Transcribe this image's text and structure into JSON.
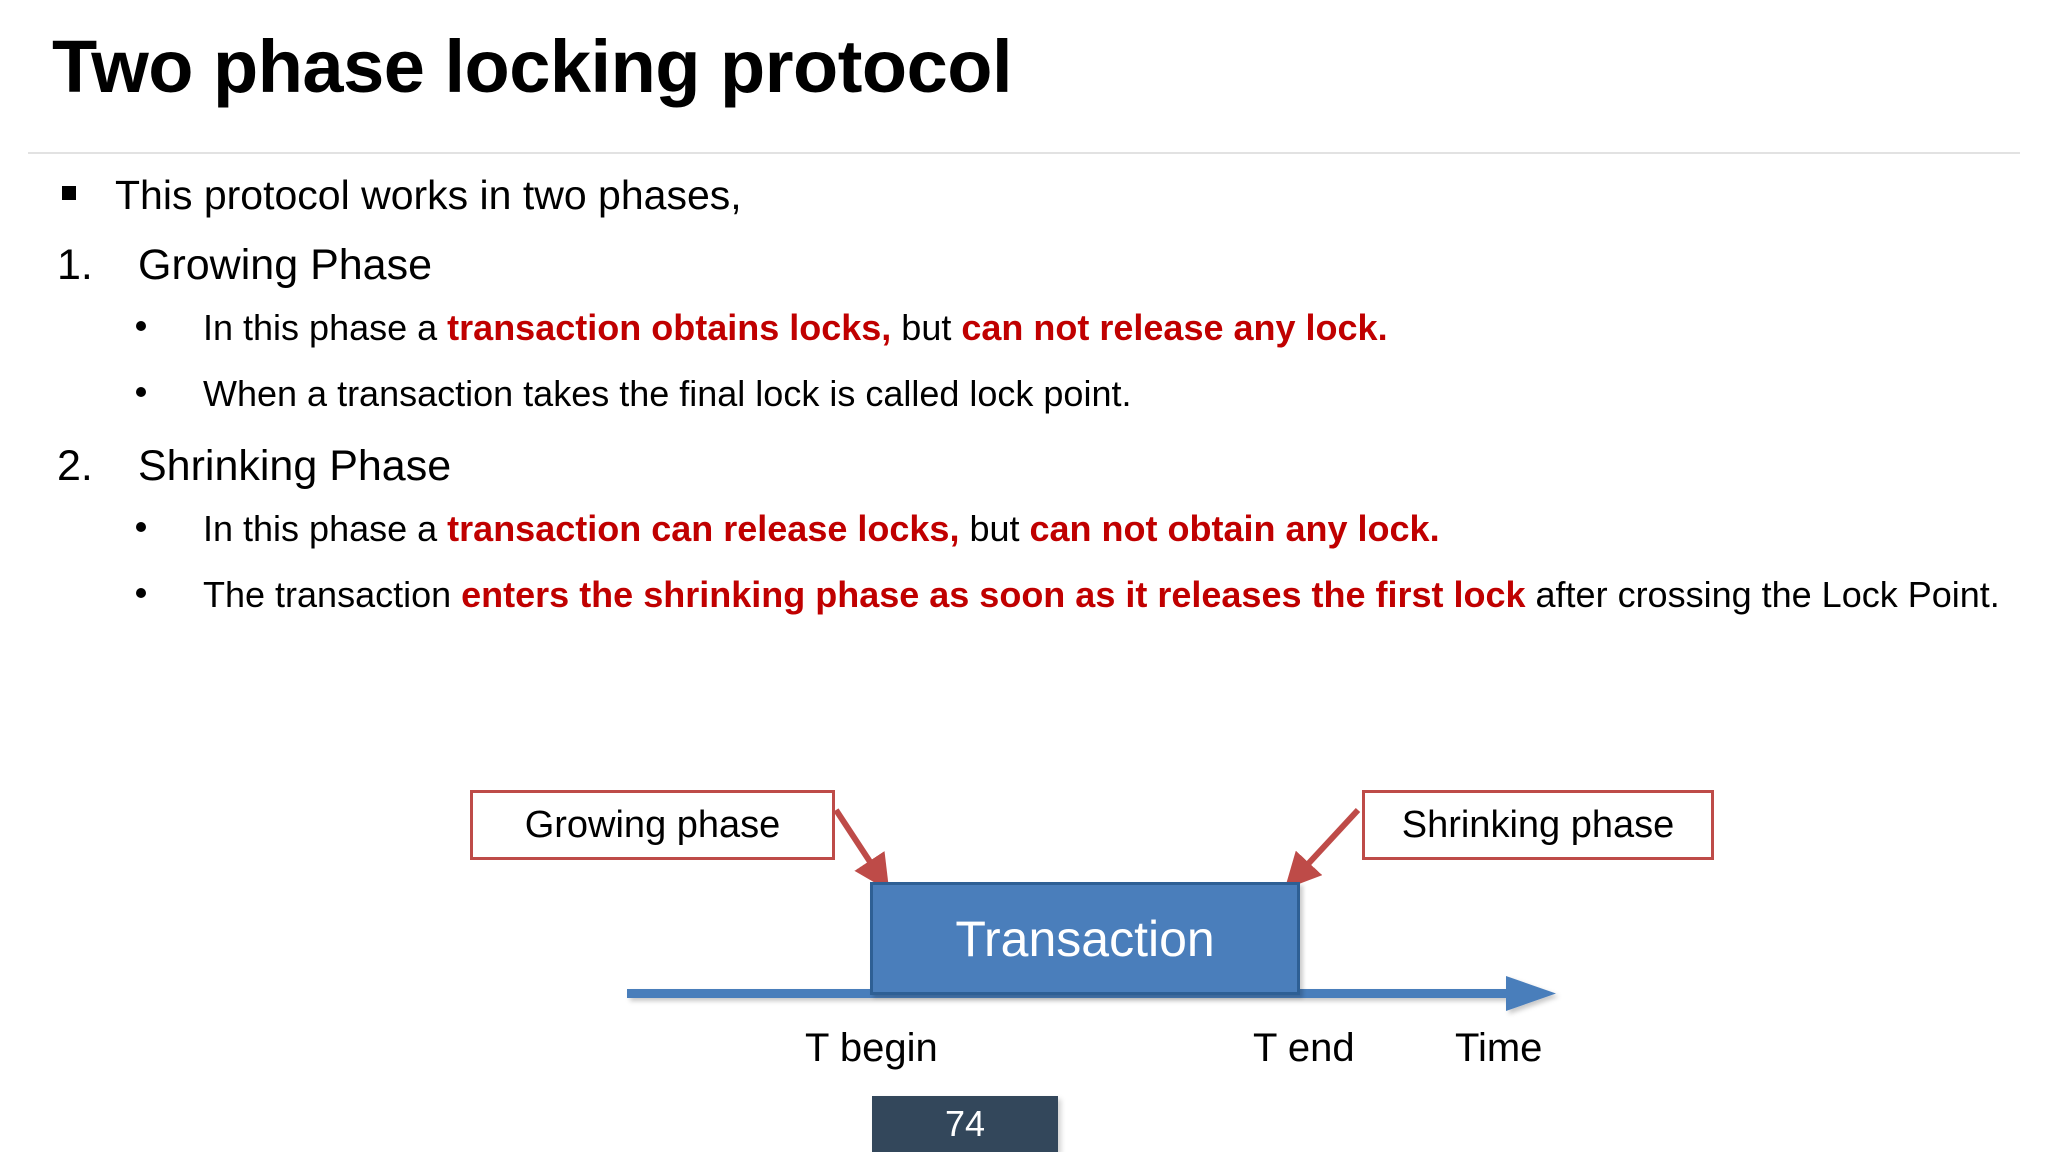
{
  "slide": {
    "title": "Two phase locking protocol",
    "page_number": "74"
  },
  "content": {
    "intro": {
      "bullet_glyph": "square-bullet",
      "text": "This protocol works in two phases,"
    },
    "phases": [
      {
        "marker": "1.",
        "heading": "Growing Phase",
        "points": [
          {
            "segments": [
              {
                "text": "In this phase a ",
                "style": "normal"
              },
              {
                "text": "transaction obtains locks",
                "style": "red-bold"
              },
              {
                "text": ",",
                "style": "red-bold"
              },
              {
                "text": " but ",
                "style": "normal"
              },
              {
                "text": "can not release any lock",
                "style": "red-bold"
              },
              {
                "text": ".",
                "style": "red-bold"
              }
            ]
          },
          {
            "segments": [
              {
                "text": "When a transaction takes the final lock is called lock point.",
                "style": "normal"
              }
            ]
          }
        ]
      },
      {
        "marker": "2.",
        "heading": "Shrinking Phase",
        "points": [
          {
            "segments": [
              {
                "text": "In this phase a ",
                "style": "normal"
              },
              {
                "text": "transaction can release locks",
                "style": "red-bold"
              },
              {
                "text": ",",
                "style": "red-bold"
              },
              {
                "text": " but ",
                "style": "normal"
              },
              {
                "text": "can not obtain any lock",
                "style": "red-bold"
              },
              {
                "text": ".",
                "style": "red-bold"
              }
            ]
          },
          {
            "segments": [
              {
                "text": "The transaction ",
                "style": "normal"
              },
              {
                "text": "enters the shrinking phase as soon as it releases the first lock",
                "style": "red-bold"
              },
              {
                "text": " after crossing the Lock Point.",
                "style": "normal"
              }
            ]
          }
        ]
      }
    ]
  },
  "diagram": {
    "callout_growing": "Growing phase",
    "callout_shrinking": "Shrinking phase",
    "transaction_box": "Transaction",
    "axis": {
      "t_begin": "T begin",
      "t_end": "T end",
      "time": "Time"
    }
  },
  "colors": {
    "emphasis_red": "#C00000",
    "callout_border": "#BE4B48",
    "arrow_red": "#BE4B48",
    "box_fill": "#4A7EBB",
    "box_border": "#2E5F94",
    "timeline_blue": "#4A7EBB",
    "badge_bg": "#33475B",
    "rule_gray": "#E2E2E2"
  }
}
